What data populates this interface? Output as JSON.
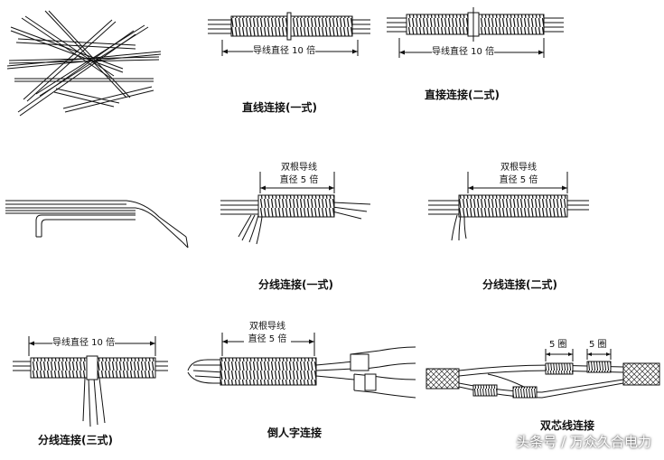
{
  "panels": {
    "p1": {
      "caption": ""
    },
    "p2": {
      "caption": "直线连接(一式)",
      "dimension": "导线直径 10 倍"
    },
    "p3": {
      "caption": "直接连接(二式)",
      "dimension": "导线直径 10 倍"
    },
    "p4": {
      "caption": ""
    },
    "p5": {
      "caption": "分线连接(一式)",
      "dimension_line1": "双根导线",
      "dimension_line2": "直径 5 倍"
    },
    "p6": {
      "caption": "分线连接(二式)",
      "dimension_line1": "双根导线",
      "dimension_line2": "直径 5 倍"
    },
    "p7": {
      "caption": "分线连接(三式)",
      "dimension": "导线直径 10 倍"
    },
    "p8": {
      "caption": "倒人字连接",
      "dimension_line1": "双根导线",
      "dimension_line2": "直径 5 倍"
    },
    "p9": {
      "caption": "双芯线连接",
      "dimension_left": "5 圈",
      "dimension_right": "5 圈"
    }
  },
  "watermark": "头条号 / 万众久合电力"
}
